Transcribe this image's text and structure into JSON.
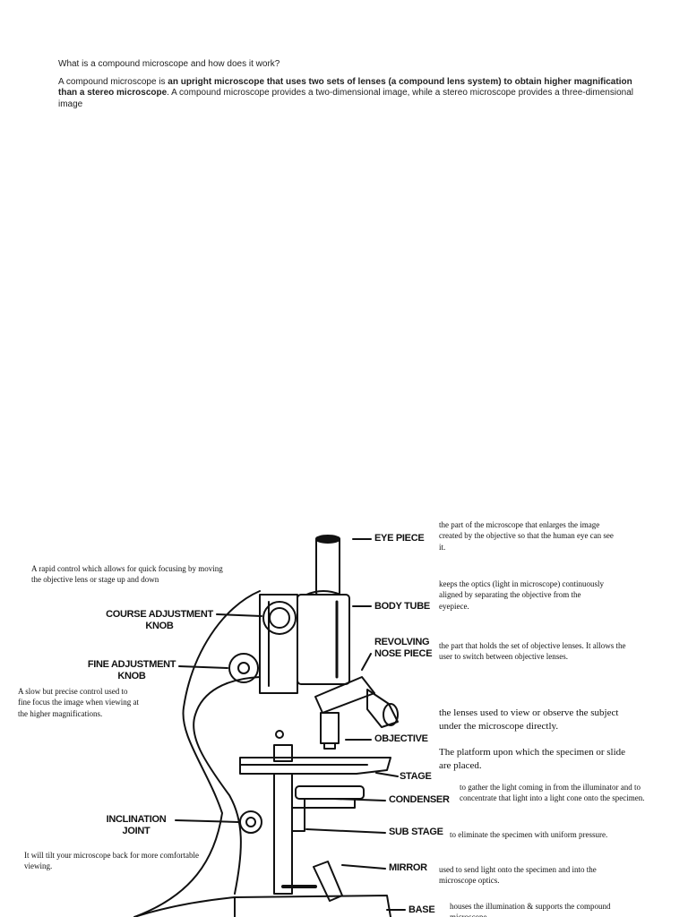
{
  "intro": {
    "question": "What is a compound microscope and how does it work?",
    "answer_lead": "A compound microscope is ",
    "answer_bold": "an upright microscope that uses two sets of lenses (a compound lens system) to obtain higher magnification than a stereo microscope",
    "answer_rest": ". A compound microscope provides a two-dimensional image, while a stereo microscope provides a three-dimensional image"
  },
  "labels": {
    "eye_piece": "EYE PIECE",
    "body_tube": "BODY TUBE",
    "revolving_nose_piece_1": "REVOLVING",
    "revolving_nose_piece_2": "NOSE PIECE",
    "objective": "OBJECTIVE",
    "stage": "STAGE",
    "condenser": "CONDENSER",
    "sub_stage": "SUB STAGE",
    "mirror": "MIRROR",
    "base": "BASE",
    "course_adjustment_1": "COURSE ADJUSTMENT",
    "course_adjustment_2": "KNOB",
    "fine_adjustment_1": "FINE ADJUSTMENT",
    "fine_adjustment_2": "KNOB",
    "inclination_1": "INCLINATION",
    "inclination_2": "JOINT"
  },
  "notes": {
    "eye_piece": "the part of the microscope that enlarges the image created by the objective so that the human eye can see it.",
    "body_tube": "keeps the optics (light in microscope) continuously aligned by separating the objective from the eyepiece.",
    "nose_piece": "the part that holds the set of objective lenses. It allows the user to switch between objective lenses.",
    "objective": "the lenses used to view or observe the subject under the microscope directly.",
    "stage": "The platform upon which the specimen or slide are placed.",
    "condenser": "to gather the light coming in from the illuminator and to concentrate that light into a light cone onto the specimen.",
    "sub_stage": "to eliminate the specimen with uniform pressure.",
    "mirror": "used to send light onto the specimen and into the microscope optics.",
    "base": "houses the illumination & supports the compound microscope.",
    "course_adjustment": "A rapid control which allows for quick focusing by moving the objective lens or stage up and down",
    "fine_adjustment": "A slow but precise control used to fine focus the image when viewing at the higher magnifications.",
    "inclination": "It will tilt your microscope back for more comfortable viewing."
  },
  "colors": {
    "ink": "#111111",
    "text": "#222222"
  }
}
